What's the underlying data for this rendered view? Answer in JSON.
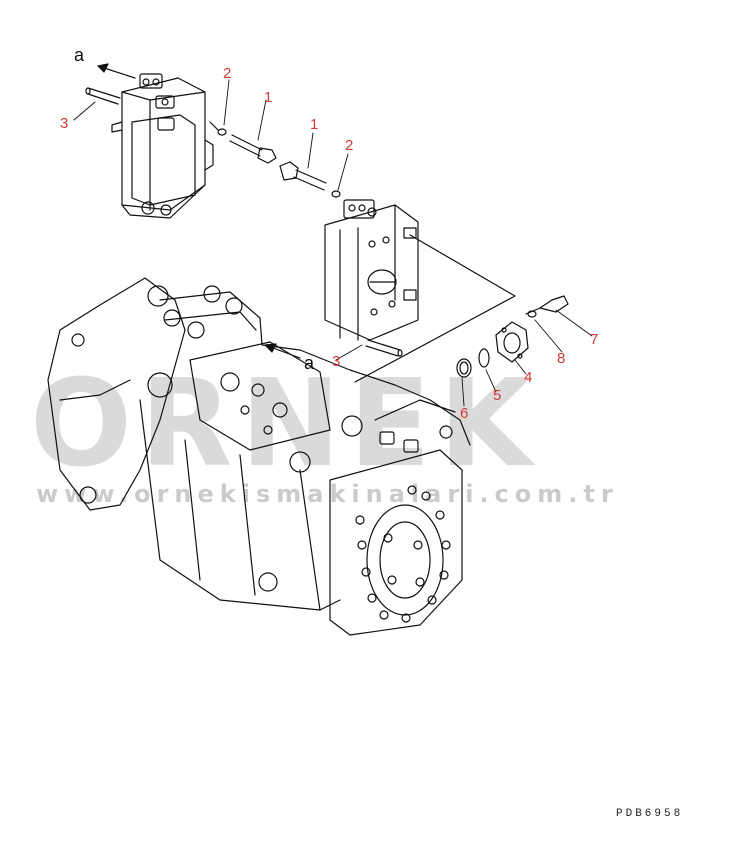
{
  "watermark": {
    "brand": "ORNEK",
    "site": "www.ornekismakinalari.com.tr"
  },
  "drawing_code": "PDB6958",
  "view_marks": [
    {
      "id": "a-top",
      "label": "a"
    },
    {
      "id": "a-mid",
      "label": "a"
    }
  ],
  "callouts": [
    {
      "id": "c1a",
      "label": "1"
    },
    {
      "id": "c1b",
      "label": "1"
    },
    {
      "id": "c2a",
      "label": "2"
    },
    {
      "id": "c2b",
      "label": "2"
    },
    {
      "id": "c3a",
      "label": "3"
    },
    {
      "id": "c3b",
      "label": "3"
    },
    {
      "id": "c4",
      "label": "4"
    },
    {
      "id": "c5",
      "label": "5"
    },
    {
      "id": "c6",
      "label": "6"
    },
    {
      "id": "c7",
      "label": "7"
    },
    {
      "id": "c8",
      "label": "8"
    }
  ],
  "colors": {
    "line": "#111111",
    "callout": "#d23a3a",
    "watermark": "#9a9a9a"
  }
}
